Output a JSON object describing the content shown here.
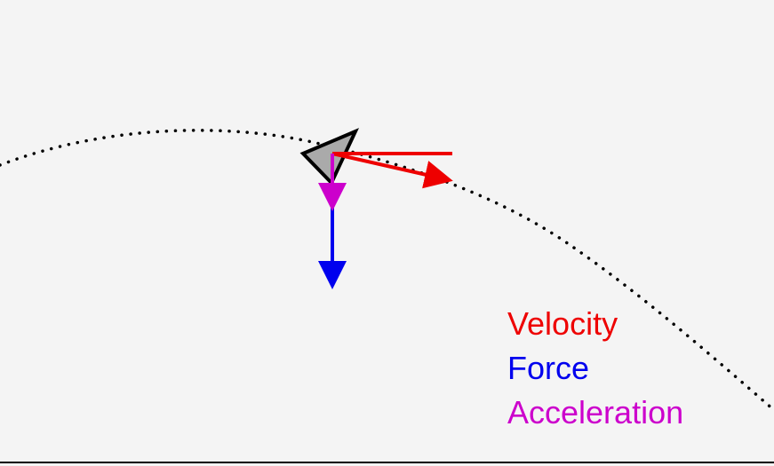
{
  "legend": {
    "velocity": {
      "label": "Velocity",
      "color": "#ee0000"
    },
    "force": {
      "label": "Force",
      "color": "#0000ee"
    },
    "acceleration": {
      "label": "Acceleration",
      "color": "#cc00cc"
    }
  },
  "colors": {
    "background": "#f4f4f4",
    "trajectory": "#000000",
    "ship_fill": "#aaaaaa",
    "ship_stroke": "#000000"
  }
}
